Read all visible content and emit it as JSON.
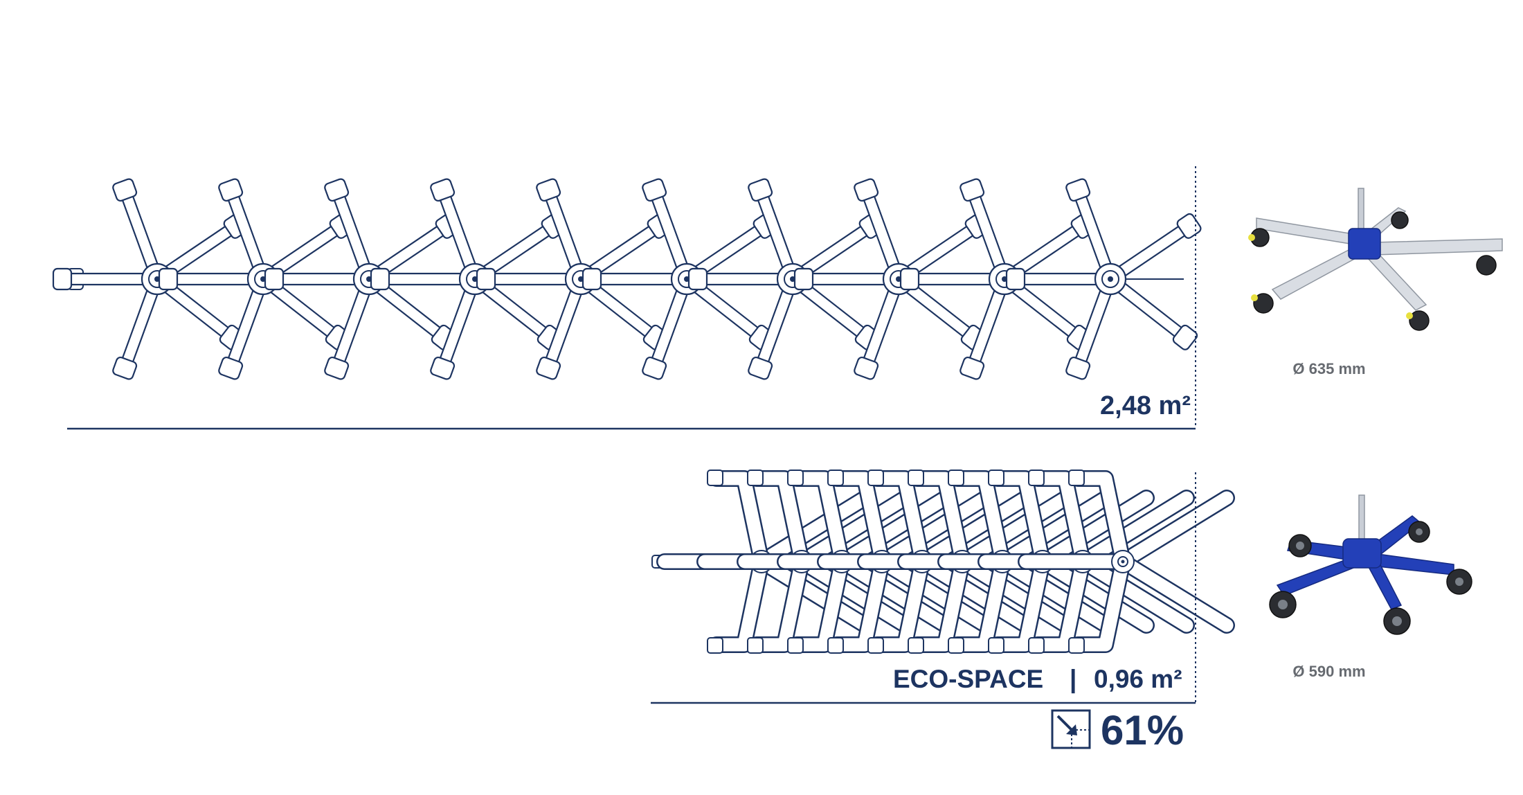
{
  "comparison": {
    "standard": {
      "area": "2,48 m²",
      "diameter": "Ø 635 mm"
    },
    "eco": {
      "name": "ECO-SPACE",
      "separator": "|",
      "area": "0,96 m²",
      "diameter": "Ø 590 mm"
    },
    "savings": {
      "value": "61%",
      "icon": "space-saving-icon"
    }
  },
  "colors": {
    "outline": "#1d3461",
    "accent_blue": "#2340b8",
    "aluminium": "#c9ced6",
    "fill": "#ffffff"
  }
}
